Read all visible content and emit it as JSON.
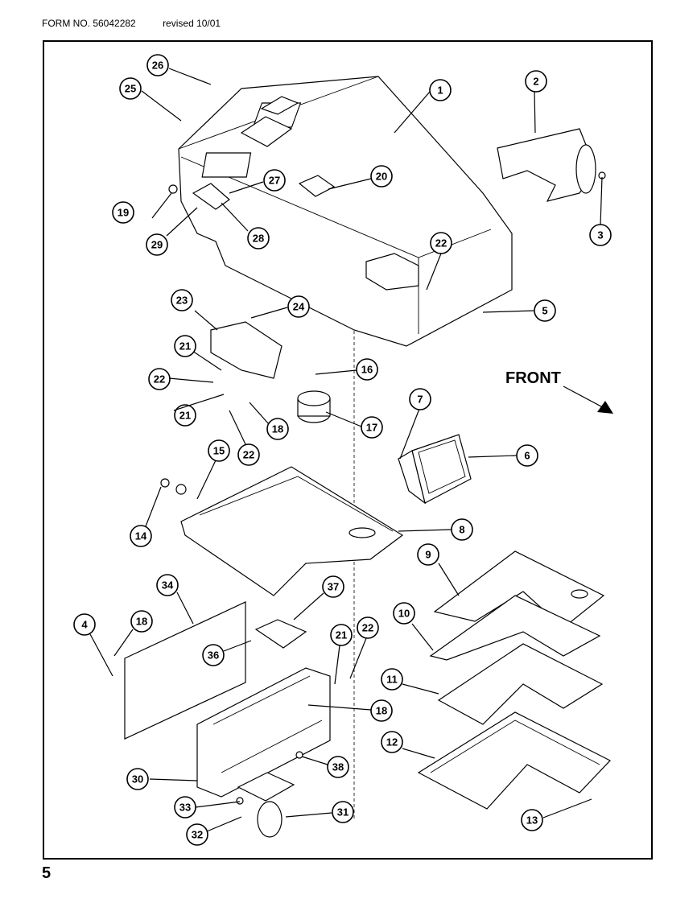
{
  "header": {
    "form_number": "FORM NO. 56042282",
    "revision": "revised 10/01"
  },
  "page_number": "5",
  "orientation_label": "FRONT",
  "callouts": [
    "1",
    "2",
    "3",
    "4",
    "5",
    "6",
    "7",
    "8",
    "9",
    "10",
    "11",
    "12",
    "13",
    "14",
    "15",
    "16",
    "17",
    "18",
    "18",
    "18",
    "19",
    "20",
    "21",
    "21",
    "21",
    "22",
    "22",
    "22",
    "22",
    "23",
    "24",
    "25",
    "26",
    "27",
    "28",
    "29",
    "30",
    "31",
    "32",
    "33",
    "34",
    "36",
    "37",
    "38"
  ]
}
